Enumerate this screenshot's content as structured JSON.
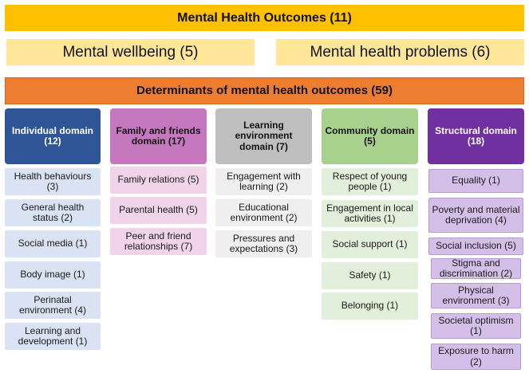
{
  "title": "Mental Health Outcomes (11)",
  "outcomes": [
    "Mental wellbeing (5)",
    "Mental health problems (6)"
  ],
  "determinants_title": "Determinants of mental health outcomes (59)",
  "domains": [
    {
      "name": "Individual domain (12)",
      "color": "#2f5597",
      "item_color": "#dae3f3",
      "items": [
        "Health behaviours (3)",
        "General health status (2)",
        "Social media (1)",
        "Body image (1)",
        "Perinatal environment (4)",
        "Learning and development (1)"
      ]
    },
    {
      "name": "Family and friends domain (17)",
      "color": "#c678bf",
      "item_color": "#f1d4ea",
      "items": [
        "Family relations (5)",
        "Parental health (5)",
        "Peer and friend relationships (7)"
      ]
    },
    {
      "name": "Learning environment domain (7)",
      "color": "#bfbfbf",
      "item_color": "#efefef",
      "items": [
        "Engagement with learning (2)",
        "Educational environment (2)",
        "Pressures and expectations (3)"
      ]
    },
    {
      "name": "Community domain (5)",
      "color": "#a9d18e",
      "item_color": "#e2efda",
      "items": [
        "Respect of young people (1)",
        "Engagement in local activities (1)",
        "Social support (1)",
        "Safety (1)",
        "Belonging (1)"
      ]
    },
    {
      "name": "Structural domain (18)",
      "color": "#7030a0",
      "item_color": "#d4bfe8",
      "items": [
        "Equality (1)",
        "Poverty and material deprivation (4)",
        "Social inclusion (5)",
        "Stigma and discrimination (2)",
        "Physical environment (3)",
        "Societal optimism (1)",
        "Exposure to harm (2)"
      ]
    }
  ]
}
